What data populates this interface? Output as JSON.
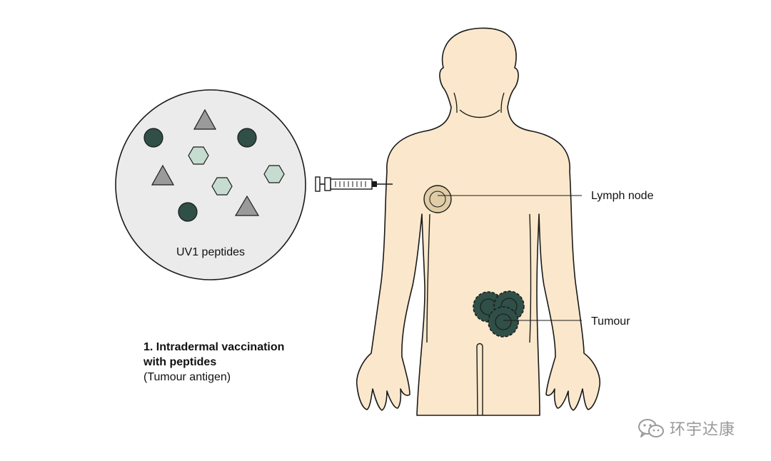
{
  "diagram": {
    "peptide_circle_label": "UV1 peptides",
    "lymph_node_label": "Lymph node",
    "tumour_label": "Tumour",
    "caption": {
      "title_line1": "1. Intradermal vaccination",
      "title_line2": "with peptides",
      "subtitle": "(Tumour antigen)"
    }
  },
  "colors": {
    "skin": "#fbe8cc",
    "outline": "#1a1a1a",
    "circle_fill": "#ebebeb",
    "dark_peptide": "#2f4f47",
    "grey_triangle": "#9a9a9a",
    "pale_hexagon": "#c6dcd0",
    "lymph_node": "#e0cca6",
    "tumour": "#2f4f47"
  },
  "watermark": {
    "icon": "wechat-icon",
    "text": "环宇达康"
  }
}
